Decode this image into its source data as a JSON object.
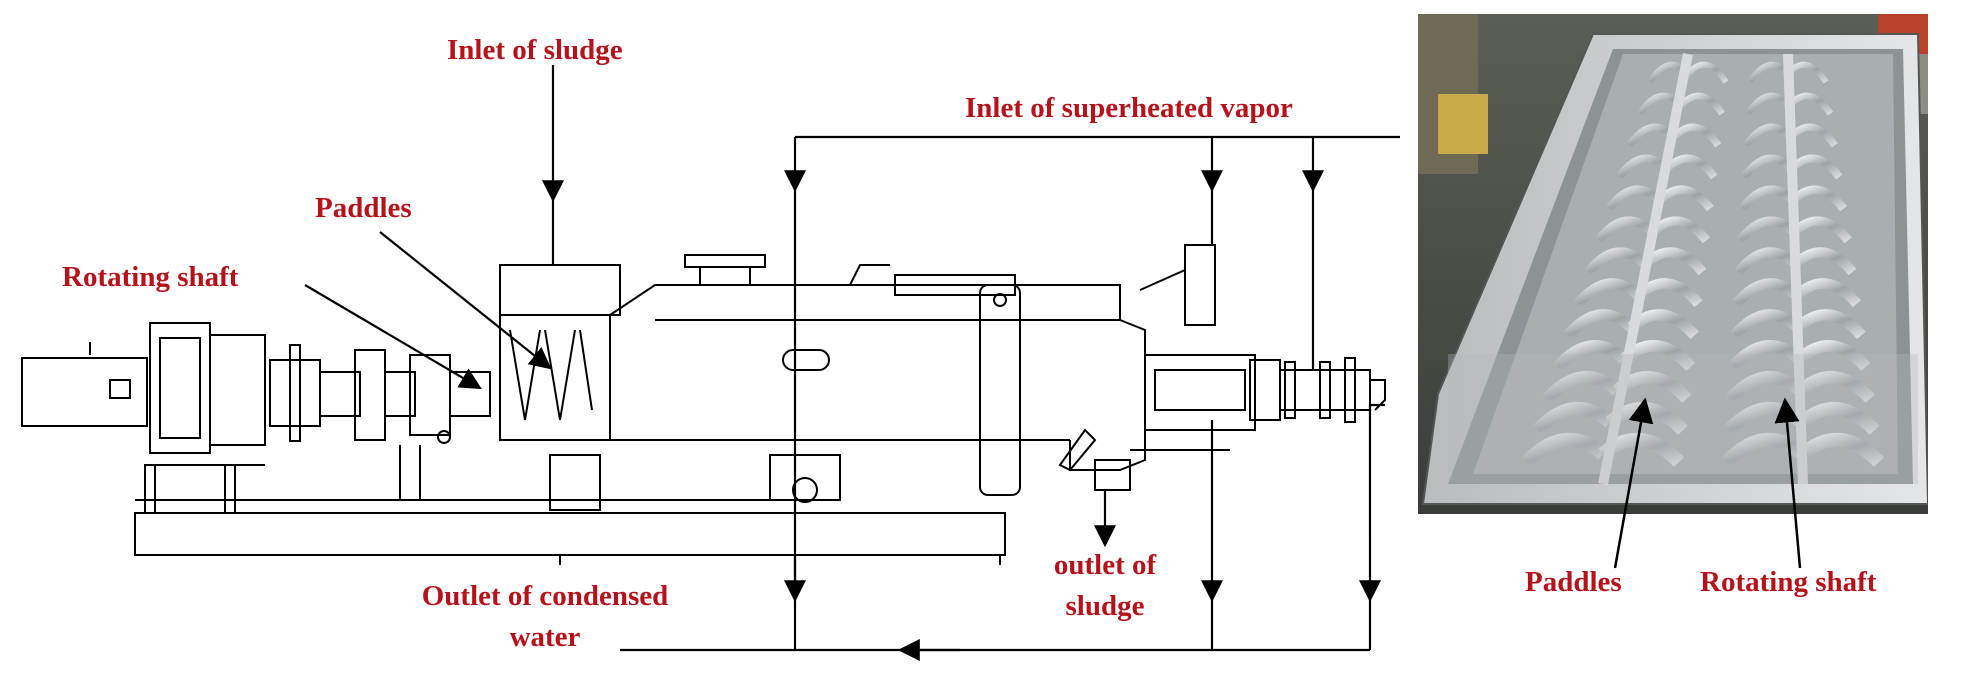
{
  "diagram": {
    "labels": {
      "inlet_sludge": "Inlet of sludge",
      "inlet_vapor": "Inlet of superheated vapor",
      "paddles": "Paddles",
      "rotating_shaft": "Rotating shaft",
      "outlet_condensed_line1": "Outlet of condensed",
      "outlet_condensed_line2": "water",
      "outlet_sludge_line1": "outlet of",
      "outlet_sludge_line2": "sludge"
    }
  },
  "photo": {
    "labels": {
      "paddles": "Paddles",
      "rotating_shaft": "Rotating shaft"
    }
  },
  "colors": {
    "label": "#b5121b",
    "line": "#000000"
  }
}
